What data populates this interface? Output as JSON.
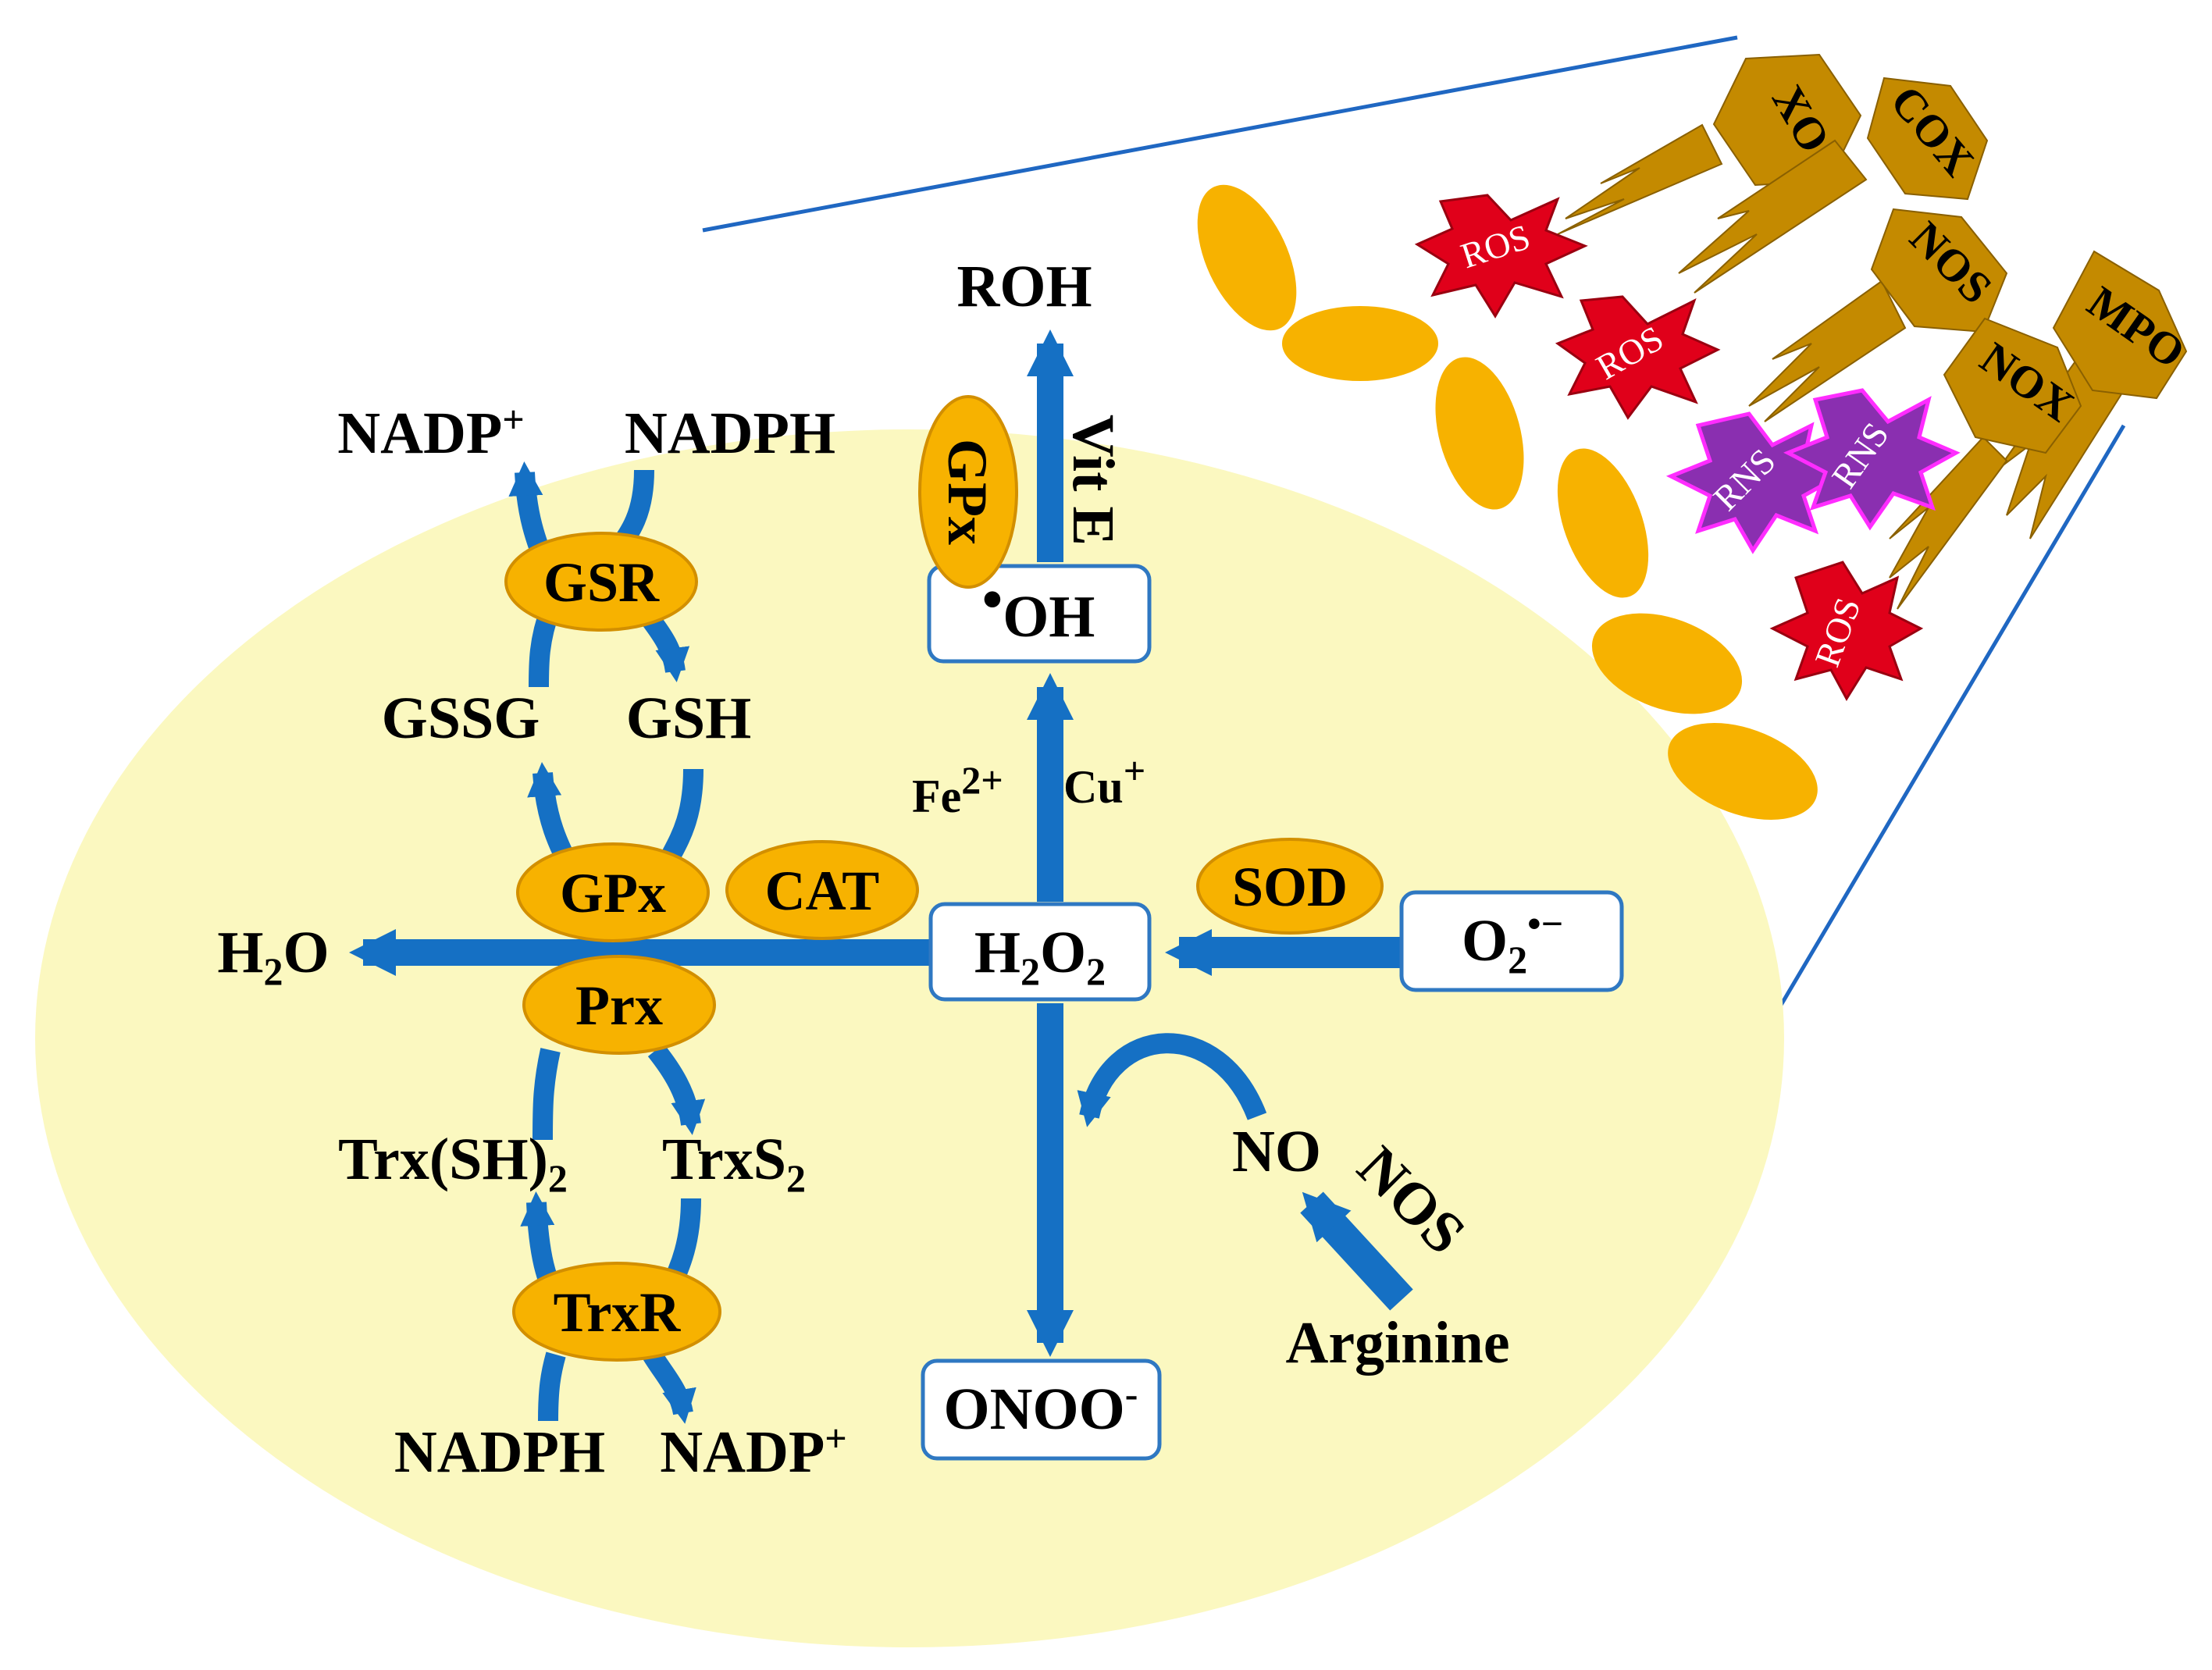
{
  "colors": {
    "cell_fill": "#fbf8c0",
    "arrow": "#1570c4",
    "box_stroke": "#2f78c2",
    "enzyme_fill": "#f7b200",
    "enzyme_stroke": "#d28f00",
    "source_fill": "#c48a00",
    "ros_fill": "#e0001a",
    "rns_fill": "#8a2fb0",
    "rns_stroke": "#ff2cff",
    "zoom_line": "#1f67c2"
  },
  "icons": {
    "source": "hexagon-with-lightning-bolt",
    "ros": "starburst",
    "rns": "starburst",
    "membrane": "ellipse-chain"
  },
  "nodes": {
    "h2o2": {
      "main": "H",
      "s1": "2",
      "mid": "O",
      "s2": "2"
    },
    "oh": {
      "dot": "•",
      "main": "OH"
    },
    "superoxide": {
      "main": "O",
      "sub": "2",
      "sup": "•−"
    },
    "peroxynitrite": {
      "main": "ONOO",
      "sup": "-"
    }
  },
  "labels": {
    "roh": "ROH",
    "vit_e": "Vit E",
    "fe": "Fe",
    "fe_sup": "2+",
    "cu": "Cu",
    "cu_sup": "+",
    "water": {
      "main": "H",
      "sub": "2",
      "end": "O"
    },
    "nadp_top": {
      "main": "NADP",
      "sup": "+"
    },
    "nadph_top": "NADPH",
    "gssg": "GSSG",
    "gsh": "GSH",
    "trx_sh2": {
      "main": "Trx(SH)",
      "sub": "2"
    },
    "trxs2": {
      "main": "TrxS",
      "sub": "2"
    },
    "nadph_bottom": "NADPH",
    "nadp_bottom": {
      "main": "NADP",
      "sup": "+"
    },
    "no": "NO",
    "nos_arrow": "NOS",
    "arginine": "Arginine"
  },
  "enzymes": {
    "gsr": "GSR",
    "gpx_left": "GPx",
    "cat": "CAT",
    "prx": "Prx",
    "trxr": "TrxR",
    "sod": "SOD",
    "gpx_vertical": "GPx"
  },
  "sources": [
    "XO",
    "COX",
    "NOS",
    "MPO",
    "NOX"
  ],
  "bursts": {
    "ros": "ROS",
    "rns": "RNS"
  }
}
